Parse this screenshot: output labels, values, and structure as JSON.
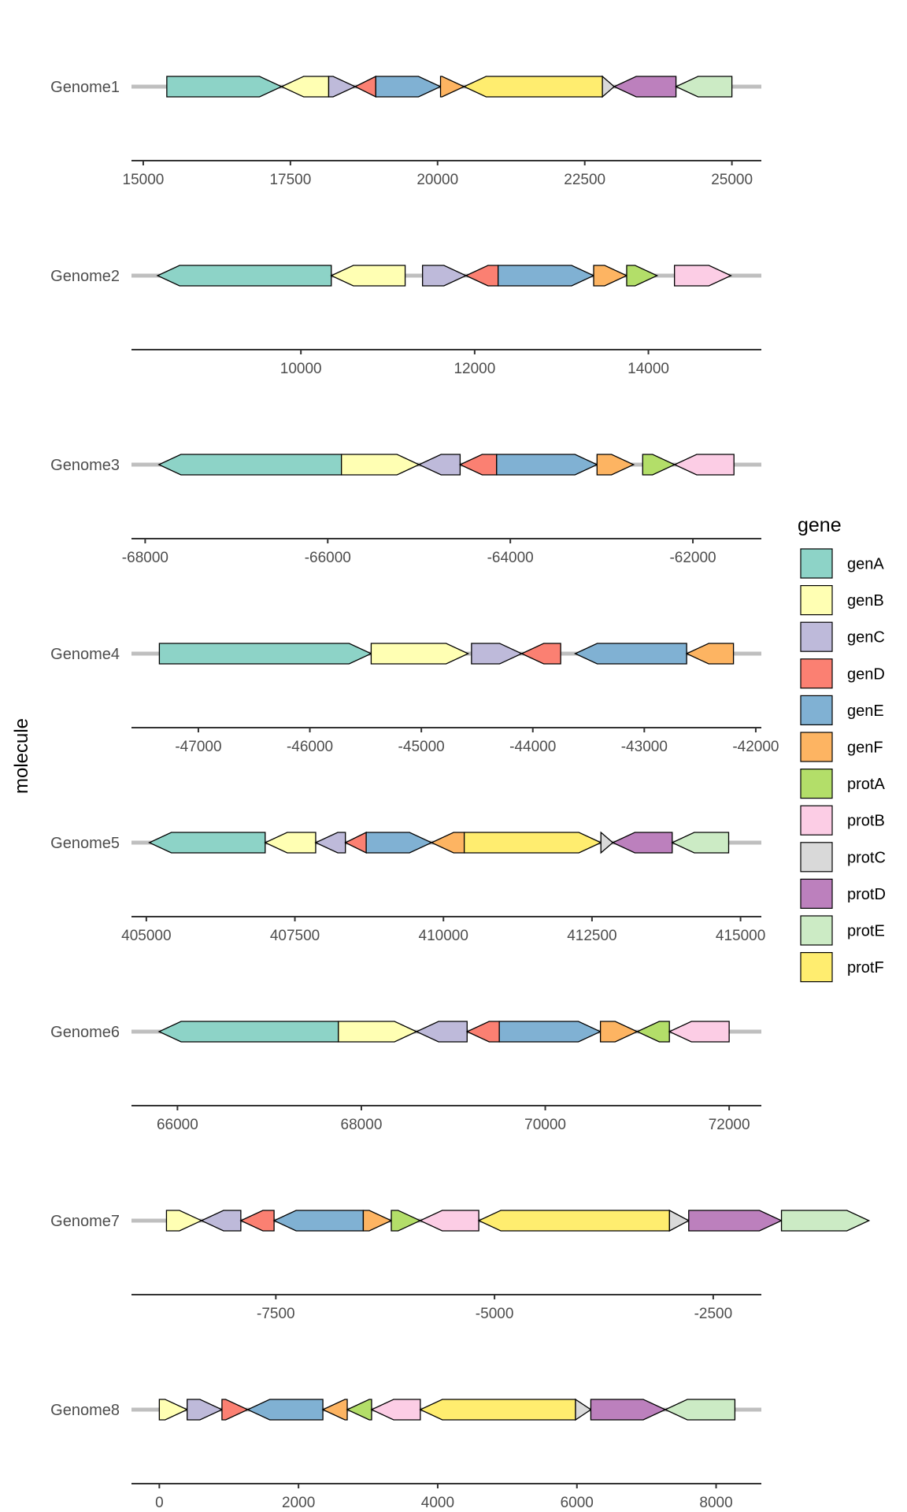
{
  "chart_data": {
    "type": "gene-arrow-map",
    "ylabel": "molecule",
    "legend": {
      "title": "gene",
      "placement": "right",
      "entries": [
        {
          "name": "genA",
          "color": "#8DD3C7"
        },
        {
          "name": "genB",
          "color": "#FFFFB3"
        },
        {
          "name": "genC",
          "color": "#BEBADA"
        },
        {
          "name": "genD",
          "color": "#FB8072"
        },
        {
          "name": "genE",
          "color": "#80B1D3"
        },
        {
          "name": "genF",
          "color": "#FDB462"
        },
        {
          "name": "protA",
          "color": "#B3DE69"
        },
        {
          "name": "protB",
          "color": "#FCCDE5"
        },
        {
          "name": "protC",
          "color": "#D9D9D9"
        },
        {
          "name": "protD",
          "color": "#BC80BD"
        },
        {
          "name": "protE",
          "color": "#CCEBC5"
        },
        {
          "name": "protF",
          "color": "#FFED6F"
        }
      ]
    },
    "molecules": [
      {
        "name": "Genome1",
        "xlim": [
          14800,
          25500
        ],
        "ticks": [
          15000,
          17500,
          20000,
          22500,
          25000
        ],
        "tick_labels": [
          "15000",
          "17500",
          "20000",
          "22500",
          "25000"
        ],
        "genes": [
          {
            "gene": "genA",
            "start": 15400,
            "end": 17350
          },
          {
            "gene": "genB",
            "start": 18150,
            "end": 17350
          },
          {
            "gene": "genC",
            "start": 18150,
            "end": 18600
          },
          {
            "gene": "genD",
            "start": 18950,
            "end": 18600
          },
          {
            "gene": "genE",
            "start": 18950,
            "end": 20050
          },
          {
            "gene": "genF",
            "start": 20050,
            "end": 20450
          },
          {
            "gene": "protF",
            "start": 22800,
            "end": 20450
          },
          {
            "gene": "protC",
            "start": 22800,
            "end": 23000
          },
          {
            "gene": "protD",
            "start": 24050,
            "end": 23000
          },
          {
            "gene": "protE",
            "start": 25000,
            "end": 24050
          }
        ]
      },
      {
        "name": "Genome2",
        "xlim": [
          8050,
          15300
        ],
        "ticks": [
          10000,
          12000,
          14000
        ],
        "tick_labels": [
          "10000",
          "12000",
          "14000"
        ],
        "genes": [
          {
            "gene": "genA",
            "start": 10350,
            "end": 8350
          },
          {
            "gene": "genB",
            "start": 11200,
            "end": 10350
          },
          {
            "gene": "genC",
            "start": 11400,
            "end": 11900
          },
          {
            "gene": "genD",
            "start": 12270,
            "end": 11900
          },
          {
            "gene": "genE",
            "start": 12270,
            "end": 13370
          },
          {
            "gene": "genF",
            "start": 13370,
            "end": 13750
          },
          {
            "gene": "protA",
            "start": 13750,
            "end": 14100
          },
          {
            "gene": "protB",
            "start": 14300,
            "end": 14950
          }
        ]
      },
      {
        "name": "Genome3",
        "xlim": [
          -68150,
          -61250
        ],
        "ticks": [
          -68000,
          -66000,
          -64000,
          -62000
        ],
        "tick_labels": [
          "-68000",
          "-66000",
          "-64000",
          "-62000"
        ],
        "genes": [
          {
            "gene": "genA",
            "start": -65850,
            "end": -67850
          },
          {
            "gene": "genB",
            "start": -65850,
            "end": -65000
          },
          {
            "gene": "genC",
            "start": -64550,
            "end": -65000
          },
          {
            "gene": "genD",
            "start": -64150,
            "end": -64550
          },
          {
            "gene": "genE",
            "start": -64150,
            "end": -63050
          },
          {
            "gene": "genF",
            "start": -63050,
            "end": -62650
          },
          {
            "gene": "protA",
            "start": -62550,
            "end": -62200
          },
          {
            "gene": "protB",
            "start": -61550,
            "end": -62200
          }
        ]
      },
      {
        "name": "Genome4",
        "xlim": [
          -47600,
          -41950
        ],
        "ticks": [
          -47000,
          -46000,
          -45000,
          -44000,
          -43000,
          -42000
        ],
        "tick_labels": [
          "-47000",
          "-46000",
          "-45000",
          "-44000",
          "-43000",
          "-42000"
        ],
        "genes": [
          {
            "gene": "genA",
            "start": -47350,
            "end": -45450
          },
          {
            "gene": "genB",
            "start": -45450,
            "end": -44580
          },
          {
            "gene": "genC",
            "start": -44550,
            "end": -44100
          },
          {
            "gene": "genD",
            "start": -43750,
            "end": -44100
          },
          {
            "gene": "genE",
            "start": -42620,
            "end": -43620
          },
          {
            "gene": "genF",
            "start": -42200,
            "end": -42620
          }
        ]
      },
      {
        "name": "Genome5",
        "xlim": [
          404750,
          415350
        ],
        "ticks": [
          405000,
          407500,
          410000,
          412500,
          415000
        ],
        "tick_labels": [
          "405000",
          "407500",
          "410000",
          "412500",
          "415000"
        ],
        "genes": [
          {
            "gene": "genA",
            "start": 407000,
            "end": 405050
          },
          {
            "gene": "genB",
            "start": 407850,
            "end": 407000
          },
          {
            "gene": "genC",
            "start": 408350,
            "end": 407850
          },
          {
            "gene": "genD",
            "start": 408700,
            "end": 408350
          },
          {
            "gene": "genE",
            "start": 408700,
            "end": 409800
          },
          {
            "gene": "genF",
            "start": 410350,
            "end": 409800
          },
          {
            "gene": "protF",
            "start": 410350,
            "end": 412650
          },
          {
            "gene": "protC",
            "start": 412650,
            "end": 412850
          },
          {
            "gene": "protD",
            "start": 413850,
            "end": 412850
          },
          {
            "gene": "protE",
            "start": 414800,
            "end": 413850
          }
        ]
      },
      {
        "name": "Genome6",
        "xlim": [
          65500,
          72350
        ],
        "ticks": [
          66000,
          68000,
          70000,
          72000
        ],
        "tick_labels": [
          "66000",
          "68000",
          "70000",
          "72000"
        ],
        "genes": [
          {
            "gene": "genA",
            "start": 67750,
            "end": 65800
          },
          {
            "gene": "genB",
            "start": 67750,
            "end": 68600
          },
          {
            "gene": "genC",
            "start": 69150,
            "end": 68600
          },
          {
            "gene": "genD",
            "start": 69500,
            "end": 69150
          },
          {
            "gene": "genE",
            "start": 69500,
            "end": 70600
          },
          {
            "gene": "genF",
            "start": 70600,
            "end": 71000
          },
          {
            "gene": "protA",
            "start": 71350,
            "end": 71000
          },
          {
            "gene": "protB",
            "start": 72000,
            "end": 71350
          }
        ]
      },
      {
        "name": "Genome7",
        "xlim": [
          -9150,
          -1950
        ],
        "ticks": [
          -7500,
          -5000,
          -2500
        ],
        "tick_labels": [
          "-7500",
          "-5000",
          "-2500"
        ],
        "genes": [
          {
            "gene": "genB",
            "start": -8750,
            "end": -8350
          },
          {
            "gene": "genC",
            "start": -7900,
            "end": -8350
          },
          {
            "gene": "genD",
            "start": -7520,
            "end": -7900
          },
          {
            "gene": "genE",
            "start": -6500,
            "end": -7520
          },
          {
            "gene": "genF",
            "start": -6500,
            "end": -6180
          },
          {
            "gene": "protA",
            "start": -6180,
            "end": -5850
          },
          {
            "gene": "protB",
            "start": -5180,
            "end": -5850
          },
          {
            "gene": "protF",
            "start": -3000,
            "end": -5180
          },
          {
            "gene": "protC",
            "start": -3000,
            "end": -2780
          },
          {
            "gene": "protD",
            "start": -2780,
            "end": -1720
          },
          {
            "gene": "protE",
            "start": -1720,
            "end": -720
          }
        ]
      },
      {
        "name": "Genome8",
        "xlim": [
          -400,
          8650
        ],
        "ticks": [
          0,
          2000,
          4000,
          6000,
          8000
        ],
        "tick_labels": [
          "0",
          "2000",
          "4000",
          "6000",
          "8000"
        ],
        "genes": [
          {
            "gene": "genB",
            "start": 0,
            "end": 400
          },
          {
            "gene": "genC",
            "start": 400,
            "end": 900
          },
          {
            "gene": "genD",
            "start": 900,
            "end": 1270
          },
          {
            "gene": "genE",
            "start": 2350,
            "end": 1270
          },
          {
            "gene": "genF",
            "start": 2700,
            "end": 2350
          },
          {
            "gene": "protA",
            "start": 3050,
            "end": 2700
          },
          {
            "gene": "protB",
            "start": 3750,
            "end": 3050
          },
          {
            "gene": "protF",
            "start": 5980,
            "end": 3750
          },
          {
            "gene": "protC",
            "start": 5980,
            "end": 6200
          },
          {
            "gene": "protD",
            "start": 6200,
            "end": 7270
          },
          {
            "gene": "protE",
            "start": 8270,
            "end": 7270
          }
        ]
      }
    ]
  }
}
